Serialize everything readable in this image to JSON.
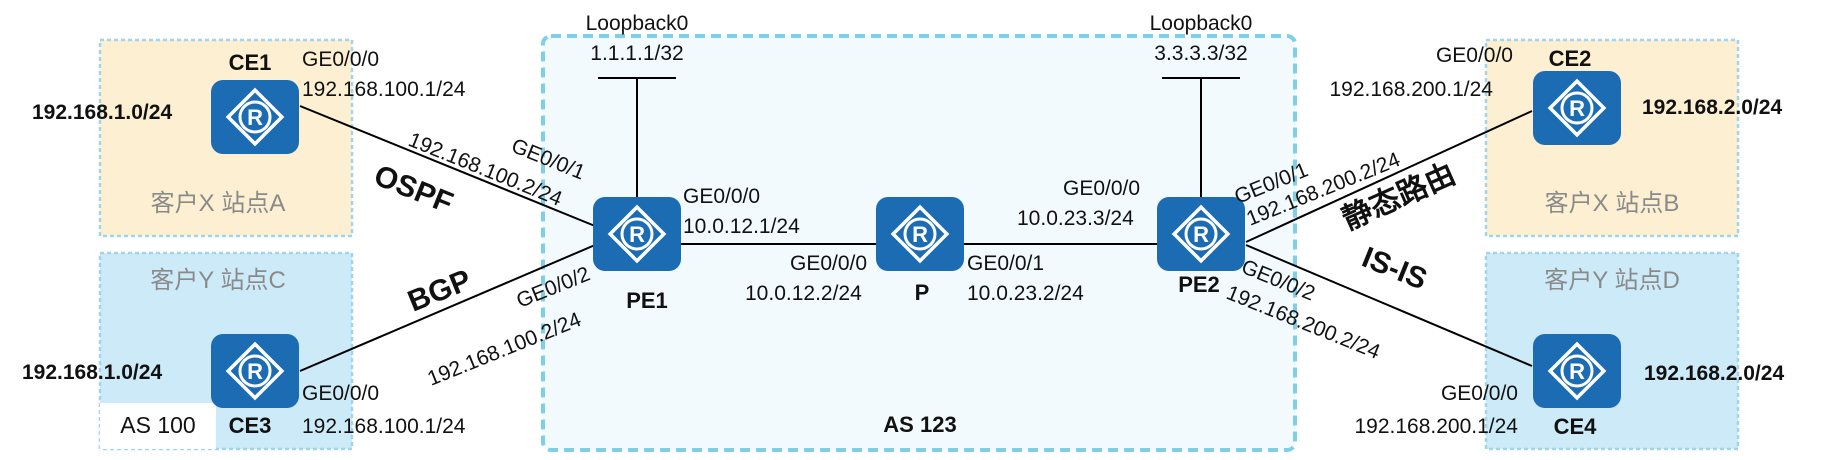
{
  "colors": {
    "site_x": "#fdf0d2",
    "site_y": "#cdeaf8",
    "site_border": "#9fd6ee",
    "as_bg": "#f3fafe",
    "as_border": "#7fcfe9",
    "router": "#1b6cb3",
    "link": "#000000"
  },
  "sites": {
    "a": {
      "label": "客户X  站点A"
    },
    "b": {
      "label": "客户X  站点B"
    },
    "c": {
      "label": "客户Y  站点C"
    },
    "d": {
      "label": "客户Y  站点D"
    }
  },
  "as_box": {
    "label": "AS 123"
  },
  "as100": {
    "label": "AS 100"
  },
  "routers": {
    "ce1": {
      "name": "CE1",
      "icon": "router-icon"
    },
    "ce2": {
      "name": "CE2",
      "icon": "router-icon"
    },
    "ce3": {
      "name": "CE3",
      "icon": "router-icon"
    },
    "ce4": {
      "name": "CE4",
      "icon": "router-icon"
    },
    "pe1": {
      "name": "PE1",
      "icon": "router-icon"
    },
    "p": {
      "name": "P",
      "icon": "router-icon"
    },
    "pe2": {
      "name": "PE2",
      "icon": "router-icon"
    }
  },
  "loopbacks": {
    "pe1": {
      "name": "Loopback0",
      "ip": "1.1.1.1/32"
    },
    "pe2": {
      "name": "Loopback0",
      "ip": "3.3.3.3/32"
    }
  },
  "networks": {
    "ce1": "192.168.1.0/24",
    "ce3": "192.168.1.0/24",
    "ce2": "192.168.2.0/24",
    "ce4": "192.168.2.0/24"
  },
  "protocols": {
    "ce1_pe1": "OSPF",
    "ce3_pe1": "BGP",
    "ce2_pe2": "静态路由",
    "ce4_pe2": "IS-IS"
  },
  "interfaces": {
    "ce1_if": "GE0/0/0",
    "ce1_ip": "192.168.100.1/24",
    "pe1_ce1_if": "GE0/0/1",
    "pe1_ce1_ip": "192.168.100.2/24",
    "pe1_ce3_if": "GE0/0/2",
    "pe1_ce3_ip": "192.168.100.2/24",
    "ce3_if": "GE0/0/0",
    "ce3_ip": "192.168.100.1/24",
    "pe1_p_if": "GE0/0/0",
    "pe1_p_ip": "10.0.12.1/24",
    "p_pe1_if": "GE0/0/0",
    "p_pe1_ip": "10.0.12.2/24",
    "p_pe2_if": "GE0/0/1",
    "p_pe2_ip": "10.0.23.2/24",
    "pe2_p_if": "GE0/0/0",
    "pe2_p_ip": "10.0.23.3/24",
    "pe2_ce2_if": "GE0/0/1",
    "pe2_ce2_ip": "192.168.200.2/24",
    "ce2_if": "GE0/0/0",
    "ce2_ip": "192.168.200.1/24",
    "pe2_ce4_if": "GE0/0/2",
    "pe2_ce4_ip": "192.168.200.2/24",
    "ce4_if": "GE0/0/0",
    "ce4_ip": "192.168.200.1/24"
  }
}
